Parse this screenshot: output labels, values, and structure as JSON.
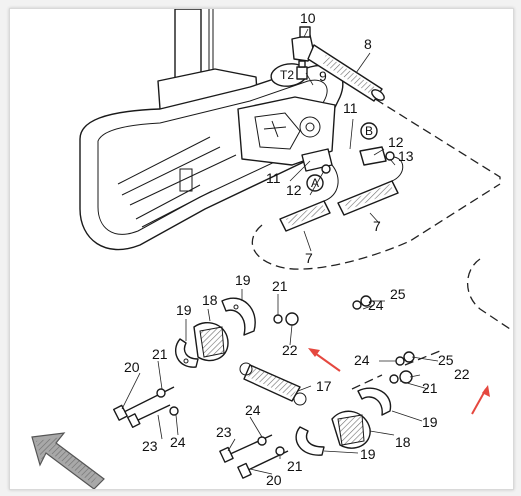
{
  "callouts": {
    "c10": "10",
    "c8": "8",
    "c9": "9",
    "cT2": "T2",
    "c11a": "11",
    "c11b": "11",
    "cB": "B",
    "c12a": "12",
    "c12b": "12",
    "c13": "13",
    "cA": "A",
    "c7a": "7",
    "c7b": "7",
    "c19a": "19",
    "c19b": "19",
    "c19c": "19",
    "c19d": "19",
    "c18a": "18",
    "c18b": "18",
    "c21a": "21",
    "c21b": "21",
    "c21c": "21",
    "c21d": "21",
    "c22a": "22",
    "c22b": "22",
    "c25a": "25",
    "c25b": "25",
    "c24a": "24",
    "c24b": "24",
    "c24c": "24",
    "c24d": "24",
    "c20a": "20",
    "c20b": "20",
    "c17": "17",
    "c23a": "23",
    "c23b": "23"
  },
  "colors": {
    "highlight_arrow": "#e5483f",
    "line": "#1a1a1a",
    "direction_arrow": "#9a9a9a"
  },
  "icons": {
    "direction": "direction-arrow-icon",
    "highlight": "red-arrow-icon"
  }
}
